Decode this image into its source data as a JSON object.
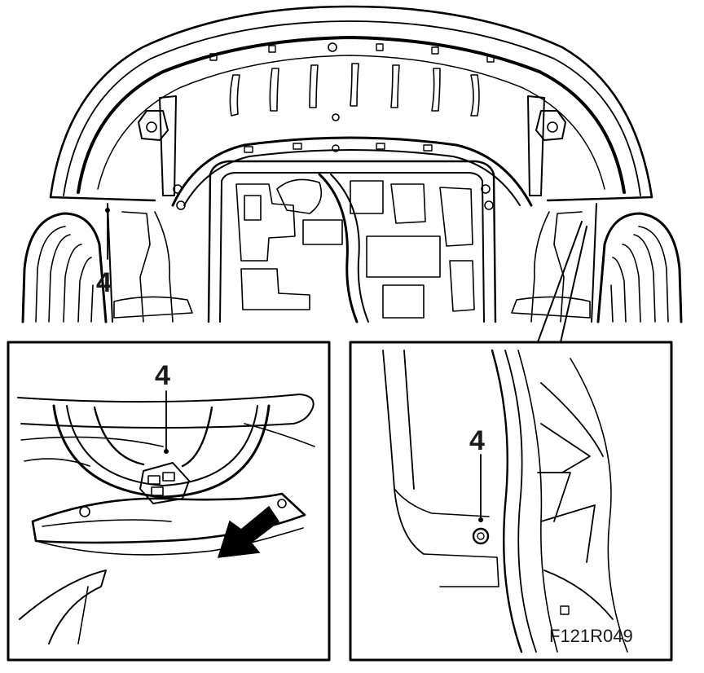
{
  "figure": {
    "reference_code": "F121R049",
    "colors": {
      "ink": "#000000",
      "paper": "#ffffff",
      "label": "#1a1a1a"
    }
  },
  "main_view": {
    "callout": "4"
  },
  "detail_left": {
    "callout": "4"
  },
  "detail_right": {
    "callout": "4"
  }
}
